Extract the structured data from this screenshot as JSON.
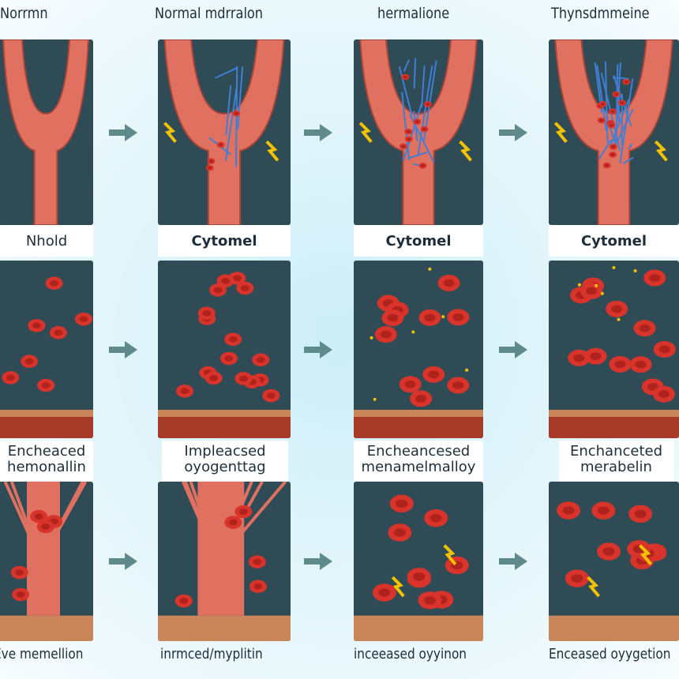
{
  "top_titles": [
    "Norrmn",
    "Normal mdrralon",
    "hermalione",
    "Thynsdmmeine"
  ],
  "mid_labels": [
    "Nhold",
    "Cytomel",
    "Cytomel",
    "Cytomel"
  ],
  "row3_labels": [
    {
      "line1": "Encheaced",
      "line2": "hemonallin"
    },
    {
      "line1": "Impleacsed",
      "line2": "oyogenttag"
    },
    {
      "line1": "Encheancesed",
      "line2": "menamelmalloy"
    },
    {
      "line1": "Enchanceted",
      "line2": "merabelin"
    }
  ],
  "bottom_labels": [
    "Eve memellion",
    "inrmced/myplitin",
    "inceeased oyyinon",
    "Enceased oyygetion"
  ],
  "colors": {
    "panel": "#2f4b55",
    "vessel": "#e0705f",
    "rbc": "#d9342b",
    "lightning": "#f2c200",
    "fibrin": "#3f7fd6",
    "arrow": "#5f8a8b"
  }
}
